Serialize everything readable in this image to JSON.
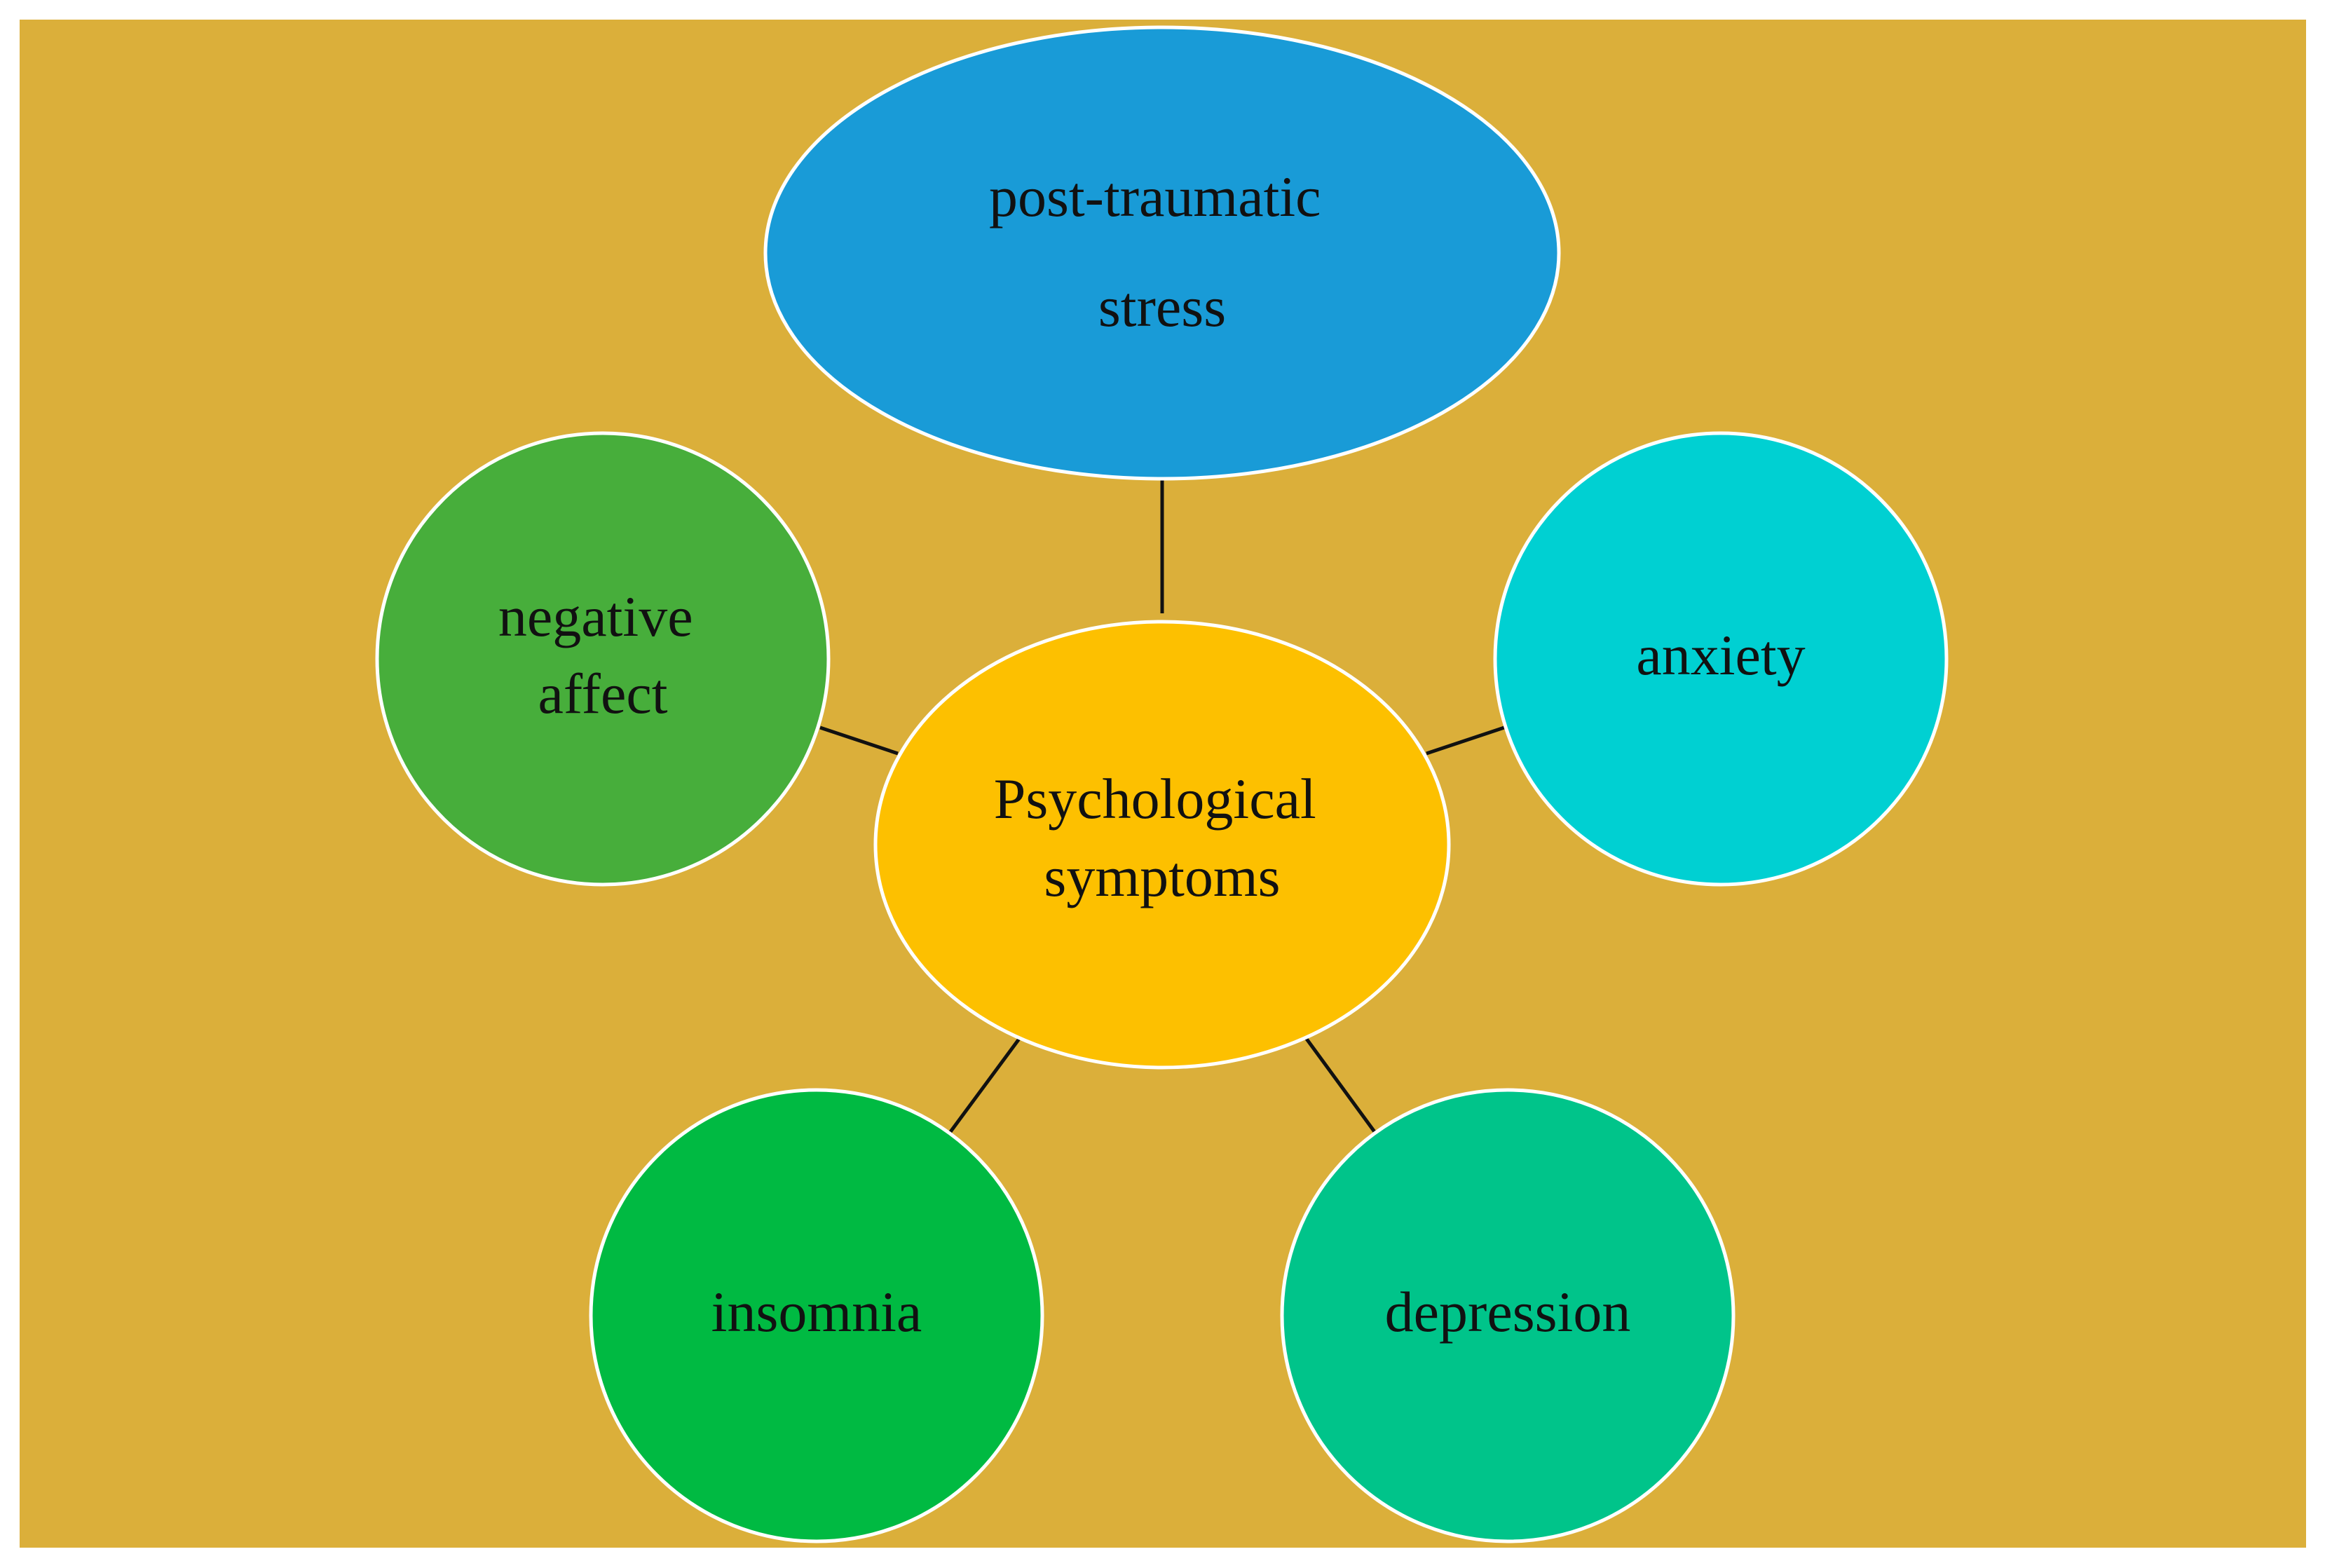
{
  "diagram": {
    "background_color": "#DBAF3A",
    "center": {
      "lines": [
        "Psychological",
        "symptoms"
      ],
      "color": "#FDC000"
    },
    "nodes": [
      {
        "id": "post-traumatic-stress",
        "lines": [
          "post-traumatic",
          "stress"
        ],
        "color": "#199BD7"
      },
      {
        "id": "negative-affect",
        "lines": [
          "negative",
          "affect"
        ],
        "color": "#47AE3B"
      },
      {
        "id": "anxiety",
        "lines": [
          "anxiety"
        ],
        "color": "#00D0D2"
      },
      {
        "id": "insomnia",
        "lines": [
          "insomnia"
        ],
        "color": "#00BA42"
      },
      {
        "id": "depression",
        "lines": [
          "depression"
        ],
        "color": "#00C48A"
      }
    ]
  }
}
